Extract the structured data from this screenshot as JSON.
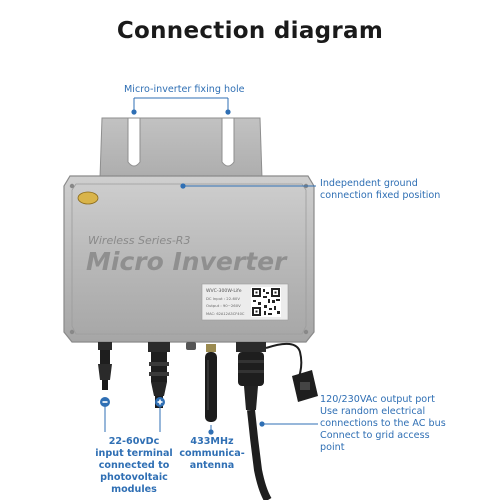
{
  "title": "Connection diagram",
  "device": {
    "series": "Wireless Series-R3",
    "name": "Micro Inverter",
    "label_lines": [
      "WVC-300W-Life",
      "DC Input : 22-60V",
      "Output : 90~260V",
      "MAC: 62A12A3CF40C"
    ]
  },
  "callouts": {
    "fixing_hole": "Micro-inverter fixing hole",
    "ground": [
      "Independent ground",
      "connection fixed position"
    ],
    "output": [
      "120/230VAc output port",
      "Use random electrical",
      "connections to the AC bus",
      "Connect to grid access",
      "point"
    ],
    "input": [
      "22-60vDc",
      "input terminal",
      "connected to",
      "photovoltaic",
      "modules"
    ],
    "antenna": [
      "433MHz",
      "communica-",
      "antenna"
    ]
  },
  "colors": {
    "accent": "#2f6fb4",
    "case": "#b9b9b9",
    "cable": "#1e1e1e"
  }
}
